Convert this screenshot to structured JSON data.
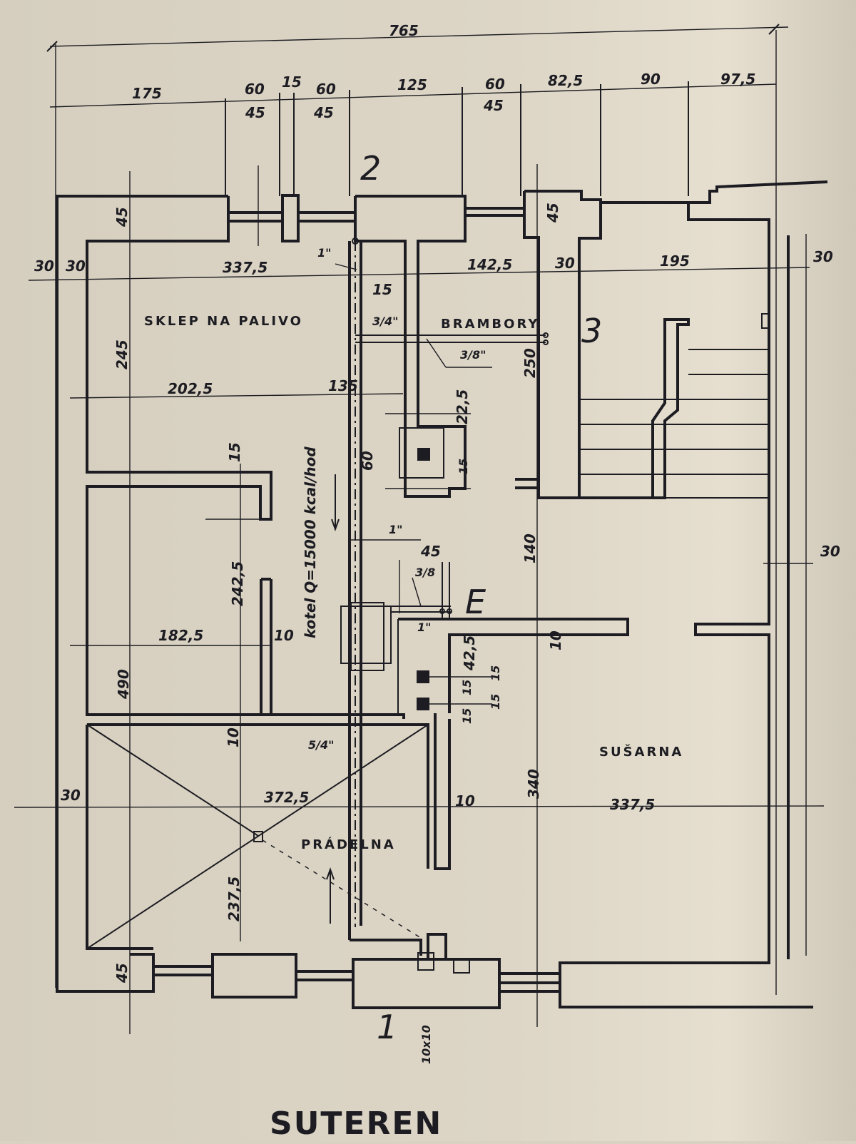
{
  "title": "SUTEREN",
  "rooms": {
    "sklep": "SKLEP NA PALIVO",
    "brambory": "BRAMBORY",
    "susarna": "SUŠARNA",
    "pradelna": "PRÁDELNA"
  },
  "boiler_label": "kotel Q=15000 kcal/hod",
  "markers": {
    "m1": "1",
    "m2": "2",
    "m3": "3",
    "mE": "E"
  },
  "note_10x10": "10x10",
  "dimensions": {
    "overall": "765",
    "top": [
      "175",
      "60",
      "15",
      "60",
      "125",
      "60",
      "82,5",
      "90",
      "97,5"
    ],
    "top_lower": [
      "45",
      "45",
      "45"
    ],
    "d30a": "30",
    "d30b": "30",
    "d3375a": "337,5",
    "d1in": "1\"",
    "d1425": "142,5",
    "d30c": "30",
    "d195": "195",
    "d30r": "30",
    "d45a": "45",
    "d45b": "45",
    "d15a": "15",
    "d34": "3/4\"",
    "d38a": "3/8\"",
    "d245": "245",
    "d250": "250",
    "d2025": "202,5",
    "d135": "135",
    "d225": "22,5",
    "d60": "60",
    "d15b": "15",
    "d15c": "15",
    "d2425": "242,5",
    "d140": "140",
    "d1in2": "1\"",
    "d45c": "45",
    "d38b": "3/8",
    "d1in3": "1\"",
    "d1825": "182,5",
    "d10a": "10",
    "d10b": "10",
    "d490": "490",
    "d425": "42,5",
    "d15d": "15",
    "d15e": "15",
    "d15f": "15",
    "d15g": "15",
    "d10c": "10",
    "d54": "5/4\"",
    "d30d": "30",
    "d3725": "372,5",
    "d10d": "10",
    "d340": "340",
    "d3375b": "337,5",
    "d30e": "30",
    "d2375": "237,5",
    "d45d": "45"
  }
}
